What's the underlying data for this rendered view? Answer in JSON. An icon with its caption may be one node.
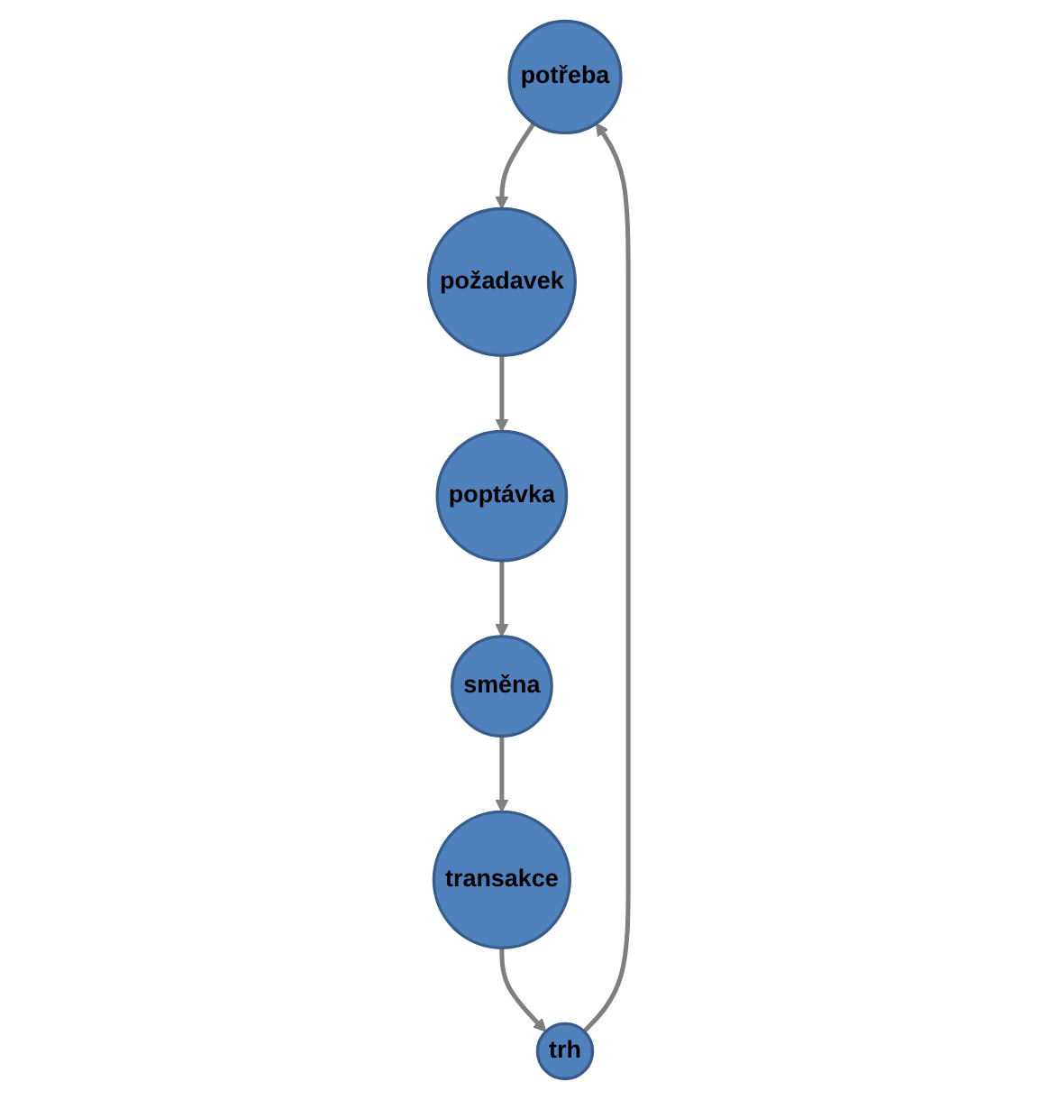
{
  "diagram": {
    "nodes": [
      {
        "text": [
          "potřeba"
        ]
      },
      {
        "text": [
          "požadavek"
        ]
      },
      {
        "text": [
          "poptávka"
        ]
      },
      {
        "text": [
          "směna"
        ]
      },
      {
        "text": [
          "transakce"
        ]
      },
      {
        "text": [
          "trh"
        ]
      }
    ],
    "edges": [
      {
        "from": 0,
        "to": 1,
        "arrow": "to"
      },
      {
        "from": 1,
        "to": 2,
        "arrow": "to"
      },
      {
        "from": 2,
        "to": 3,
        "arrow": "to"
      },
      {
        "from": 3,
        "to": 4,
        "arrow": "to"
      },
      {
        "from": 4,
        "to": 5,
        "arrow": "to"
      },
      {
        "from": 5,
        "to": 0,
        "arrow": "to"
      }
    ]
  }
}
